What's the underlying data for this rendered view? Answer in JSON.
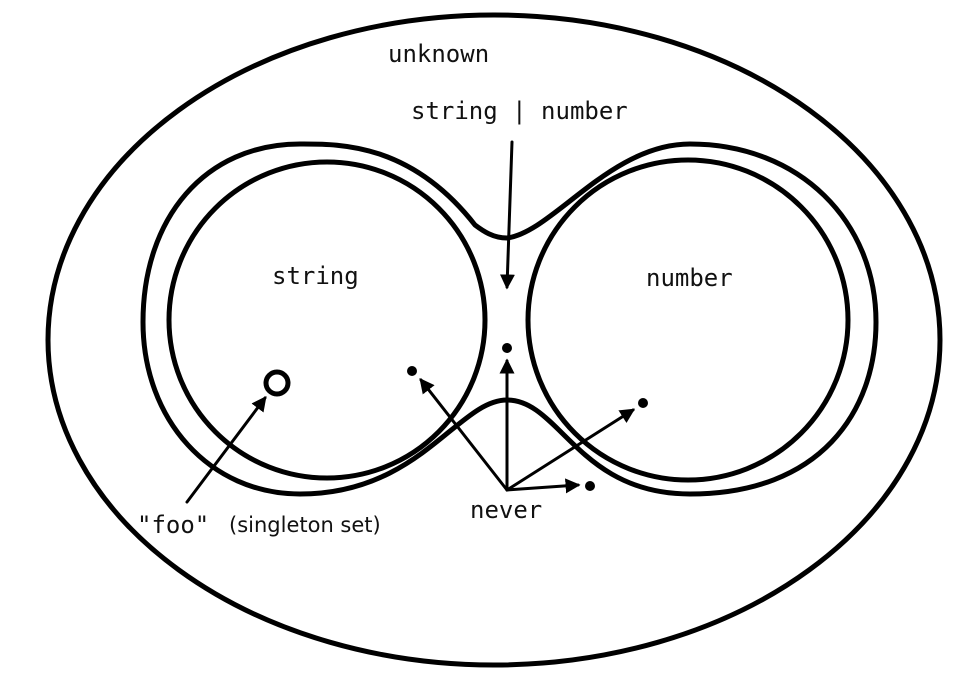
{
  "labels": {
    "unknown": "unknown",
    "union": "string | number",
    "string": "string",
    "number": "number",
    "never": "never",
    "foo": "\"foo\"",
    "singleton": "(singleton set)"
  },
  "colors": {
    "stroke": "#000000",
    "text": "#111111",
    "background": "#ffffff"
  }
}
